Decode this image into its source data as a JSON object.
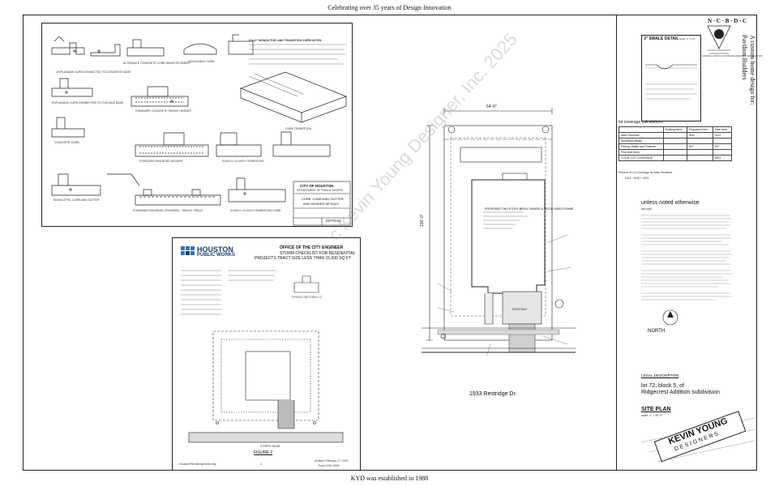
{
  "banner": {
    "top": "Celebrating over 35 years of Design Innovation",
    "bottom": "KYD was established in 1988"
  },
  "curb_details": {
    "city": "CITY OF HOUSTON",
    "dept": "DEPARTMENT OF PUBLIC WORKS",
    "title_l1": "CURB, CURB AND GUTTER",
    "title_l2": "AND HEADER DETAILS",
    "dwg_no": "02770-01",
    "labels": [
      "ESPLANADE CURB CONNECTED TO CONCRETE BASE",
      "ALTERNATE CONCRETE CURB REINFORCEMENT",
      "MOUNTABLE CURB",
      "STANDARD CONCRETE PAVING HEADER",
      "ESPLANADE CURB CONNECTED TO FLEXIBLE BASE",
      "CONCRETE CURB",
      "STANDARD RAILROAD HEADER",
      "6-INCH x 12-INCH TRANSITION",
      "MONOLITHIC CURB AND GUTTER",
      "STANDARD RAILROAD CROSSING - SINGLE TRACK",
      "6-INCH x 12-INCH TRANSITION CURB",
      "CURB TRANSITION"
    ],
    "note_title": "6\"x12\" MONOLITHIC AND TRANSITION CURB NOTES:"
  },
  "storm_checklist": {
    "logo_l1": "HOUSTON",
    "logo_l2": "PUBLIC WORKS",
    "office": "OFFICE OF THE CITY ENGINEER",
    "title_l1": "STORM CHECKLIST FOR RESIDENTIAL",
    "title_l2": "PROJECTS TRACT SIZE LESS THAN 15,000 SQ FT",
    "section_label": "TYPICAL SECTION C-C",
    "figure": "FIGURE 2",
    "street": "STREET NAME",
    "footer_left": "HoustonPermittingCenter.org",
    "footer_page": "4",
    "footer_right_l1": "revised: February 17, 2022",
    "footer_right_l2": "Form DCE-0008"
  },
  "site_plan": {
    "address": "1933 Restridge Dr.",
    "dim_top": "54'-0\"",
    "dim_side": "100'-0\"",
    "house_label": "PROPOSED TWO STORY BRICK VENEER & WOOD SIDED FRAME",
    "driveway": "DRIVEWAY"
  },
  "right_panel": {
    "ncbdc": "N · C · B · D · C",
    "ncbdc_sub": "NATIONAL COUNCIL OF BUILDING DESIGNER CERTIFICATION",
    "vertical_l1": "A custom home design for:",
    "vertical_l2": "Pavilion Builders",
    "swale_title": "3\" SWALE DETAIL",
    "swale_scale": "Scale: 1\" = 1'-0\"",
    "coverage_title": "lot coverage calculations",
    "coverage_headers": [
      "",
      "Existing Area",
      "Proposed Area",
      "Total Area"
    ],
    "coverage_rows": [
      [
        "Main Structure",
        "",
        "2412",
        "2412"
      ],
      [
        "Accessory Bldgs",
        "",
        "",
        ""
      ],
      [
        "Paving, Walks and Flatwork",
        "",
        "597",
        "597"
      ],
      [
        "Pool and Deck",
        "",
        "",
        ""
      ],
      [
        "TOTAL LOT COVERAGE",
        "",
        "",
        "3021"
      ]
    ],
    "coverage_note": "Percent of Lot Coverage by Main Structure",
    "coverage_calc": "2412 / 6000 = 40%",
    "unless": "unless noted otherwise",
    "site_plan_sub": "site plan",
    "north": "NORTH",
    "legal_label": "LEGAL DESCRIPTION",
    "legal_l1": "lot 72, block 5, of",
    "legal_l2": "Ridgecrest Addition subdivision",
    "site_plan_title": "SITE PLAN",
    "site_plan_scale": "scale: 1\" = 20'-0\"",
    "firm_l1": "KEVIN YOUNG",
    "firm_l2": "DESIGNERS"
  },
  "watermark": "c Kevin Young Designer, Inc. 2025"
}
